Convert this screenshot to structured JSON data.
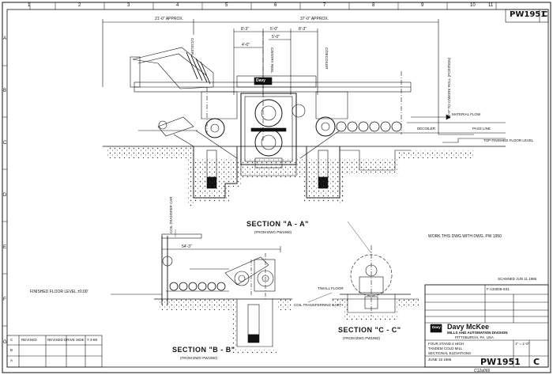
{
  "drawing_number": "PW1951",
  "revision": "C",
  "grid": {
    "columns": [
      "1",
      "2",
      "3",
      "4",
      "5",
      "6",
      "7",
      "8",
      "9",
      "10",
      "11"
    ],
    "rows": [
      "A",
      "B",
      "C",
      "D",
      "E",
      "F",
      "G"
    ]
  },
  "dims": {
    "overall_left": "21'-0\" APPROX.",
    "overall_right": "37'-0\" APPROX.",
    "d_left": "8'-3\"",
    "d_center": "5'-0\"",
    "d_right": "8'-3\"",
    "mid_a": "5'-0\"",
    "mid_b": "4'-0\"",
    "b_width": "54'-3\"",
    "vertical_1": "C/COILER",
    "vertical_2": "C/ENTRY REEL",
    "vertical_3": "C/DECOILER",
    "vertical_right": "80'-0\" TO C/WORK ROLL (POSITION)"
  },
  "labels": {
    "material_flow": "MATERIAL FLOW",
    "pass_line": "PASS LINE",
    "top_floor": "TOP FINISHED FLOOR LEVEL",
    "decoiler": "DECOILER",
    "davy_plate": "Davy",
    "work_with": "WORK THIS DWG WITH DWG. PW 1950",
    "finished_floor": "FINISHED FLOOR LEVEL ±0.00'",
    "coil_transfer": "COIL TRANSFER CAR",
    "coil_cart": "COIL TRANSFERRING CART",
    "floor_level_c": "T/WALL FLOOR",
    "scanned": "SCANNED JUN 11 1986",
    "handwritten": "C12a066"
  },
  "sections": {
    "aa_title": "SECTION \"A - A\"",
    "aa_sub": "(FROM DWG PW1950)",
    "bb_title": "SECTION \"B - B\"",
    "bb_sub": "(FROM DWG PW1950)",
    "cc_title": "SECTION \"C - C\"",
    "cc_sub": "(FROM DWG PW1950)"
  },
  "title_block": {
    "company": "Davy McKee",
    "division": "MILLS AND AUTOMATION DIVISION",
    "city": "PITTSBURGH, PA. USA",
    "logo": "Davy",
    "description_1": "FOUR STAND 4 HIGH",
    "description_2": "TANDEM COLD MILL",
    "description_3": "SECTIONAL ELEVATIONS",
    "drawing_no": "PW1951",
    "rev": "C",
    "scale": "1\" = 1'-0\"",
    "reference": "F-133005-S41",
    "date": "JUNE 15 1986"
  },
  "revision_block": {
    "rows": [
      {
        "rev": "C",
        "desc": "REVISED",
        "text": "REVISED DRIVE SIDE",
        "by": "",
        "date": "7-3-89"
      },
      {
        "rev": "B",
        "desc": "",
        "text": "",
        "by": "",
        "date": ""
      },
      {
        "rev": "A",
        "desc": "",
        "text": "",
        "by": "",
        "date": ""
      }
    ]
  }
}
